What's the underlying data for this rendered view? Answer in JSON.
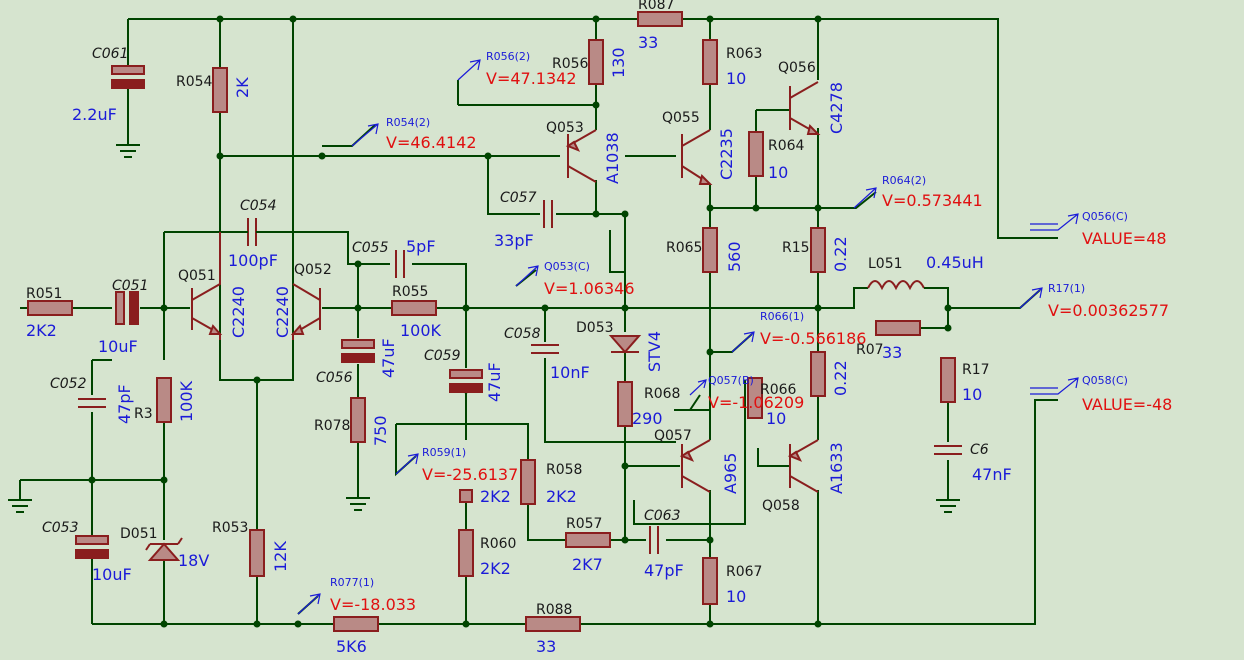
{
  "components": {
    "C061": {
      "ref": "C061",
      "value": "2.2uF"
    },
    "R054": {
      "ref": "R054",
      "value": "2K"
    },
    "R056": {
      "ref": "R056",
      "value": "130"
    },
    "R087": {
      "ref": "R087",
      "value": "33"
    },
    "R063": {
      "ref": "R063",
      "value": "10"
    },
    "Q056": {
      "ref": "Q056",
      "value": "C4278"
    },
    "Q053": {
      "ref": "Q053",
      "value": "A1038"
    },
    "Q055": {
      "ref": "Q055",
      "value": "C2235"
    },
    "R064": {
      "ref": "R064",
      "value": "10"
    },
    "C057": {
      "ref": "C057",
      "value": "33pF"
    },
    "C054": {
      "ref": "C054",
      "value": "100pF"
    },
    "R065": {
      "ref": "R065",
      "value": "560"
    },
    "R15": {
      "ref": "R15",
      "value": "0.22"
    },
    "C055": {
      "ref": "C055",
      "value": "5pF"
    },
    "L051": {
      "ref": "L051",
      "value": "0.45uH"
    },
    "R051": {
      "ref": "R051",
      "value": "2K2"
    },
    "C051": {
      "ref": "C051",
      "value": "10uF"
    },
    "Q051": {
      "ref": "Q051",
      "value": "C2240"
    },
    "Q052": {
      "ref": "Q052",
      "value": "C2240"
    },
    "R055": {
      "ref": "R055",
      "value": "100K"
    },
    "C058": {
      "ref": "C058",
      "value": "10nF"
    },
    "D053": {
      "ref": "D053",
      "value": "STV4"
    },
    "R067_top": {
      "ref": "R07",
      "value": "33"
    },
    "C052": {
      "ref": "C052",
      "value": "47pF"
    },
    "R3": {
      "ref": "R3",
      "value": "100K"
    },
    "C056": {
      "ref": "C056",
      "value": "47uF"
    },
    "C059": {
      "ref": "C059",
      "value": "47uF"
    },
    "R068": {
      "ref": "R068",
      "value": "290"
    },
    "R066": {
      "ref": "R066",
      "value": "10"
    },
    "R_022b": {
      "ref": "",
      "value": "0.22"
    },
    "R17": {
      "ref": "R17",
      "value": "10"
    },
    "R078": {
      "ref": "R078",
      "value": "750"
    },
    "Q057": {
      "ref": "Q057",
      "value": "A965"
    },
    "Q058": {
      "ref": "Q058",
      "value": "A1633"
    },
    "R058": {
      "ref": "R058",
      "value": "2K2"
    },
    "R059": {
      "ref": "",
      "value": "2K2"
    },
    "C6": {
      "ref": "C6",
      "value": "47nF"
    },
    "C053": {
      "ref": "C053",
      "value": "10uF"
    },
    "D051": {
      "ref": "D051",
      "value": "18V"
    },
    "R053": {
      "ref": "R053",
      "value": "12K"
    },
    "R060": {
      "ref": "R060",
      "value": "2K2"
    },
    "R057": {
      "ref": "R057",
      "value": "2K7"
    },
    "C063": {
      "ref": "C063",
      "value": "47pF"
    },
    "R067": {
      "ref": "R067",
      "value": "10"
    },
    "R077": {
      "ref": "",
      "value": "5K6"
    },
    "R088": {
      "ref": "R088",
      "value": "33"
    }
  },
  "probes": [
    {
      "name": "R056(2)",
      "reading": "V=47.1342"
    },
    {
      "name": "R054(2)",
      "reading": "V=46.4142"
    },
    {
      "name": "R064(2)",
      "reading": "V=0.573441"
    },
    {
      "name": "Q056(C)",
      "reading": "VALUE=48"
    },
    {
      "name": "Q053(C)",
      "reading": "V=1.06346"
    },
    {
      "name": "R17(1)",
      "reading": "V=0.00362577"
    },
    {
      "name": "R066(1)",
      "reading": "V=-0.566186"
    },
    {
      "name": "Q057(B)",
      "reading": "V=-1.06209"
    },
    {
      "name": "Q058(C)",
      "reading": "VALUE=-48"
    },
    {
      "name": "R059(1)",
      "reading": "V=-25.6137"
    },
    {
      "name": "R077(1)",
      "reading": "V=-18.033"
    }
  ],
  "fragments": {
    "r056_overlap": "R056",
    "r066_overlap": "R066"
  }
}
